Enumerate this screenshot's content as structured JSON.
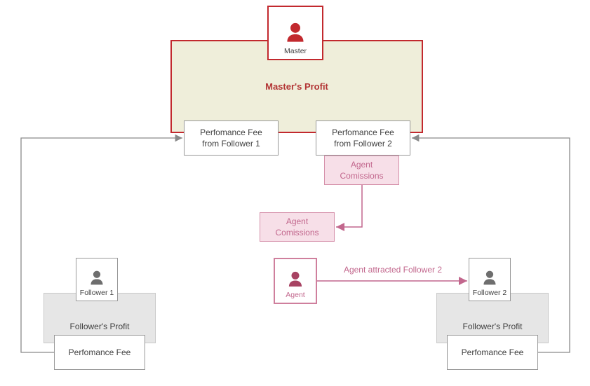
{
  "colors": {
    "red": "#c2292e",
    "red_text": "#b23434",
    "master_profit_fill": "#efeeda",
    "pink_border": "#d590aa",
    "pink_fill": "#f7dfe8",
    "pink_text": "#c2678d",
    "gray_line": "#8a8a8a",
    "gray_box_fill": "#e6e6e6",
    "text_dark": "#404040",
    "follower_icon": "#6e6e6e",
    "agent_icon": "#a84363"
  },
  "nodes": {
    "master": {
      "label": "Master"
    },
    "master_profit": {
      "label": "Master's Profit"
    },
    "fee_from_follower_1": {
      "line1": "Perfomance Fee",
      "line2": "from Follower 1"
    },
    "fee_from_follower_2": {
      "line1": "Perfomance Fee",
      "line2": "from Follower 2"
    },
    "agent_commissions_upper": {
      "line1": "Agent",
      "line2": "Comissions"
    },
    "agent_commissions_lower": {
      "line1": "Agent",
      "line2": "Comissions"
    },
    "agent": {
      "label": "Agent"
    },
    "follower_1": {
      "label": "Follower 1",
      "profit_label": "Follower's Profit",
      "fee_label": "Perfomance Fee"
    },
    "follower_2": {
      "label": "Follower 2",
      "profit_label": "Follower's Profit",
      "fee_label": "Perfomance Fee"
    }
  },
  "annotations": {
    "agent_arrow_label": "Agent attracted Follower 2"
  }
}
